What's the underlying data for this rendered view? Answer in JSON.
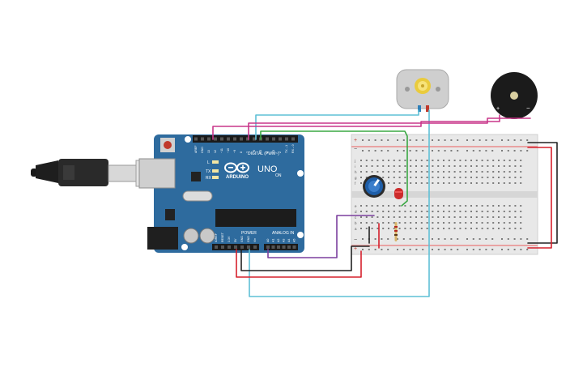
{
  "arduino": {
    "logo_text": "ARDUINO",
    "model": "UNO",
    "digital_label": "DIGITAL (PWM~)",
    "power_label": "POWER",
    "analog_label": "ANALOG IN",
    "tx_label": "TX",
    "rx_label": "RX",
    "l_label": "L",
    "on_label": "ON",
    "digital_pins": [
      "AREF",
      "GND",
      "13",
      "12",
      "~11",
      "~10",
      "~9",
      "8",
      "7",
      "~6",
      "~5",
      "4",
      "~3",
      "2",
      "TX→1",
      "RX←0"
    ],
    "power_pins": [
      "IOREF",
      "RESET",
      "3.3V",
      "5V",
      "GND",
      "GND",
      "Vin"
    ],
    "analog_pins": [
      "A0",
      "A1",
      "A2",
      "A3",
      "A4",
      "A5"
    ]
  },
  "buzzer": {
    "plus": "+",
    "minus": "−"
  },
  "breadboard": {
    "rail_plus": "+",
    "rail_minus": "−",
    "row_letters_top": [
      "j",
      "i",
      "h",
      "g",
      "f"
    ],
    "row_letters_bottom": [
      "e",
      "d",
      "c",
      "b",
      "a"
    ]
  },
  "colors": {
    "board": "#2e6b9e",
    "wire_cyan": "#5fc0d6",
    "wire_magenta": "#c9378a",
    "wire_green": "#3aa843",
    "wire_purple": "#7b3f9e",
    "wire_red": "#d5202c",
    "wire_black": "#222222"
  }
}
